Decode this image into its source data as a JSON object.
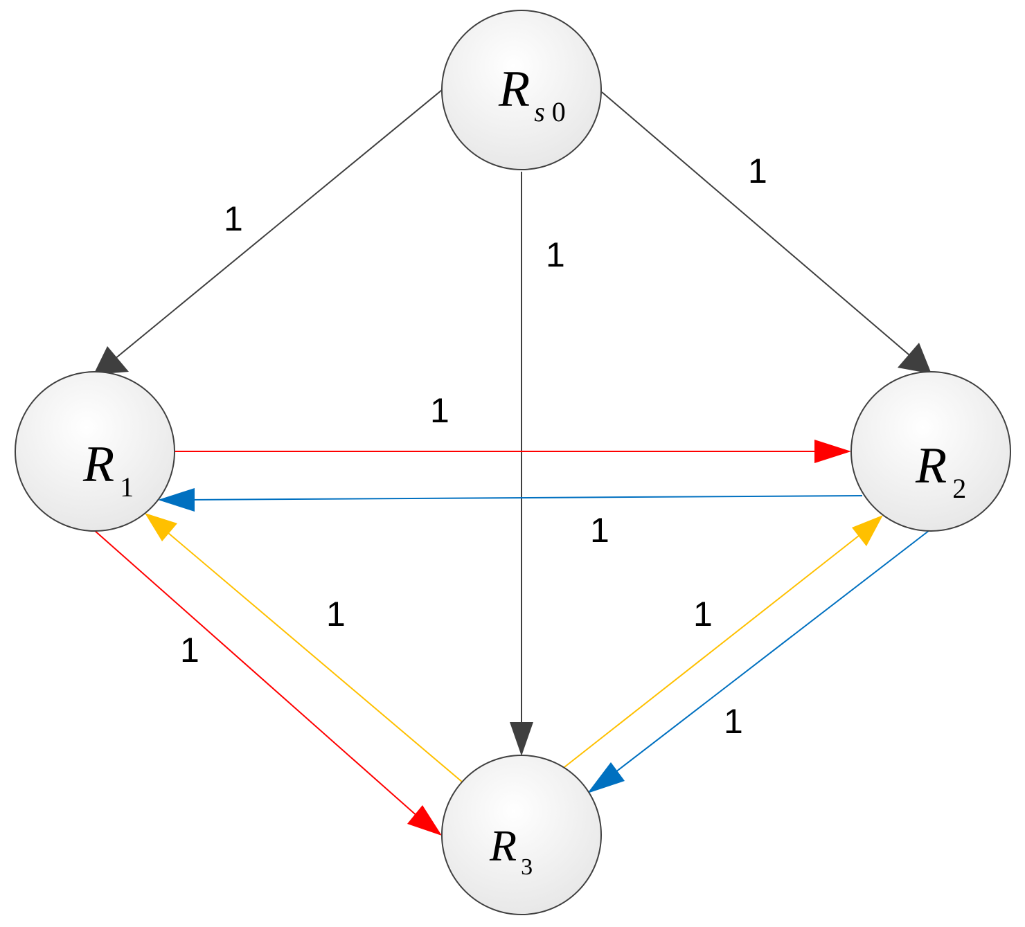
{
  "colors": {
    "gray": "#3f3f3f",
    "red": "#ff0000",
    "blue": "#0070c0",
    "yellow": "#ffc000",
    "node_fill_top": "#ffffff",
    "node_fill_bottom": "#e8e8e8",
    "node_stroke": "#404040"
  },
  "nodes": [
    {
      "id": "Rs0",
      "label": "R",
      "sub": "s",
      "sub2": "0"
    },
    {
      "id": "R1",
      "label": "R",
      "sub": "",
      "sub2": "1"
    },
    {
      "id": "R2",
      "label": "R",
      "sub": "",
      "sub2": "2"
    },
    {
      "id": "R3",
      "label": "R",
      "sub": "",
      "sub2": "3"
    }
  ],
  "edges": [
    {
      "from": "Rs0",
      "to": "R1",
      "color": "gray",
      "weight": "1"
    },
    {
      "from": "Rs0",
      "to": "R2",
      "color": "gray",
      "weight": "1"
    },
    {
      "from": "Rs0",
      "to": "R3",
      "color": "gray",
      "weight": "1"
    },
    {
      "from": "R1",
      "to": "R2",
      "color": "red",
      "weight": "1"
    },
    {
      "from": "R2",
      "to": "R1",
      "color": "blue",
      "weight": "1"
    },
    {
      "from": "R1",
      "to": "R3",
      "color": "red",
      "weight": "1"
    },
    {
      "from": "R3",
      "to": "R1",
      "color": "yellow",
      "weight": "1"
    },
    {
      "from": "R3",
      "to": "R2",
      "color": "yellow",
      "weight": "1"
    },
    {
      "from": "R2",
      "to": "R3",
      "color": "blue",
      "weight": "1"
    }
  ]
}
